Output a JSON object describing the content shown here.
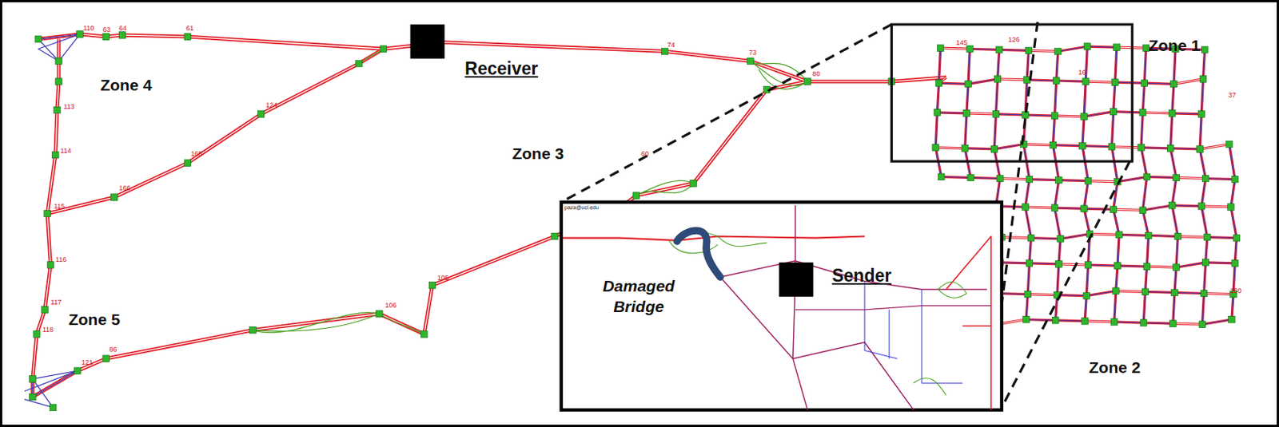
{
  "diagram": {
    "nodes": [
      {
        "text": [
          "Receiver"
        ]
      },
      {
        "text": [
          "Sender"
        ]
      }
    ],
    "labels": [
      "Zone 4",
      "Zone 3",
      "Zone 1",
      "Zone 5",
      "Zone 2",
      "Damaged Bridge",
      "paza@uci.edu",
      "110",
      "63",
      "64",
      "61",
      "74",
      "73",
      "80",
      "126",
      "145",
      "16",
      "124",
      "165",
      "166",
      "86",
      "105",
      "106",
      "113",
      "114",
      "115",
      "116",
      "117",
      "118",
      "121",
      "150",
      "60",
      "37"
    ]
  }
}
